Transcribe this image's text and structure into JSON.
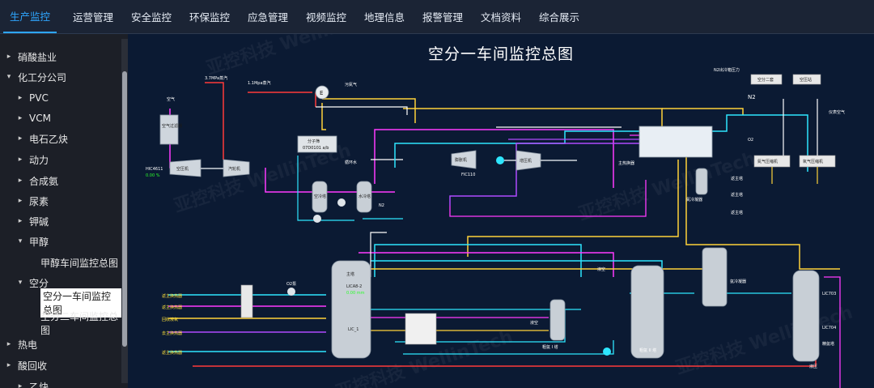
{
  "top_nav": [
    "生产监控",
    "运营管理",
    "安全监控",
    "环保监控",
    "应急管理",
    "视频监控",
    "地理信息",
    "报警管理",
    "文档资料",
    "综合展示"
  ],
  "sidebar": {
    "items": [
      {
        "label": "硝酸盐业",
        "arrow": "▸"
      },
      {
        "label": "化工分公司",
        "arrow": "▾"
      },
      {
        "label": "PVC",
        "arrow": "▸"
      },
      {
        "label": "VCM",
        "arrow": "▸"
      },
      {
        "label": "电石乙炔",
        "arrow": "▸"
      },
      {
        "label": "动力",
        "arrow": "▸"
      },
      {
        "label": "合成氨",
        "arrow": "▸"
      },
      {
        "label": "尿素",
        "arrow": "▸"
      },
      {
        "label": "钾碱",
        "arrow": "▸"
      },
      {
        "label": "甲醇",
        "arrow": "▾"
      },
      {
        "label": "甲醇车间监控总图",
        "arrow": ""
      },
      {
        "label": "空分",
        "arrow": "▾"
      },
      {
        "label": "空分一车间监控总图",
        "arrow": ""
      },
      {
        "label": "空分二车间监控总图",
        "arrow": ""
      },
      {
        "label": "热电",
        "arrow": "▸"
      },
      {
        "label": "酸回收",
        "arrow": "▸"
      },
      {
        "label": "乙炔",
        "arrow": "▸"
      }
    ]
  },
  "main": {
    "title": "空分一车间监控总图",
    "watermark": "亚控科技 WellinTech",
    "buttons": [
      "空分二套",
      "空压站"
    ],
    "labels": {
      "steam": "3.7MPa蒸汽",
      "steam2": "1.1Mpa蒸汽",
      "air": "空气",
      "air_filter": "空气过滤器",
      "air_comp": "空压机",
      "booster": "汽轮机",
      "e": "E",
      "waste_n2": "污氮气",
      "n2": "N2",
      "o2": "O2",
      "circulating": "循环水",
      "main_hx": "主热换器",
      "expander": "膨胀机",
      "booster_comp": "增压机",
      "main_tower": "主塔",
      "crude_ar": "粗氩 I 塔",
      "crude_ar2": "粗氩 II 塔",
      "pure_ar": "精氩塔",
      "condenser": "氩冷凝器",
      "cold_box": "氮冷凝器",
      "liquid_air": "液空",
      "liquid_n2": "液压",
      "o2_pump": "O2泵",
      "n2_comp": "氮气压缩机",
      "o2_comp": "氧气压缩机",
      "instrument_air": "仪表空气",
      "n2_pressure": "N2出冷箱压力",
      "mol_sieve": "分子筛",
      "mol_tag": "07D0101 a/b",
      "water_tower": "水冷塔",
      "aircool_tower": "空冷塔",
      "hic": "HIC4611",
      "hic_val": "0.00 %",
      "fic": "FIC110",
      "lic": "LICA8-2",
      "lic_val": "0.00 mm",
      "lic_small": "LIC_1",
      "lic703": "LIC703",
      "lic704": "LIC704",
      "side_labels": [
        "返主换热器",
        "返主换热器",
        "回收液氧",
        "去主换热器",
        "返主换热器"
      ],
      "side_right": [
        "返主塔",
        "返主塔",
        "返主塔"
      ]
    }
  }
}
